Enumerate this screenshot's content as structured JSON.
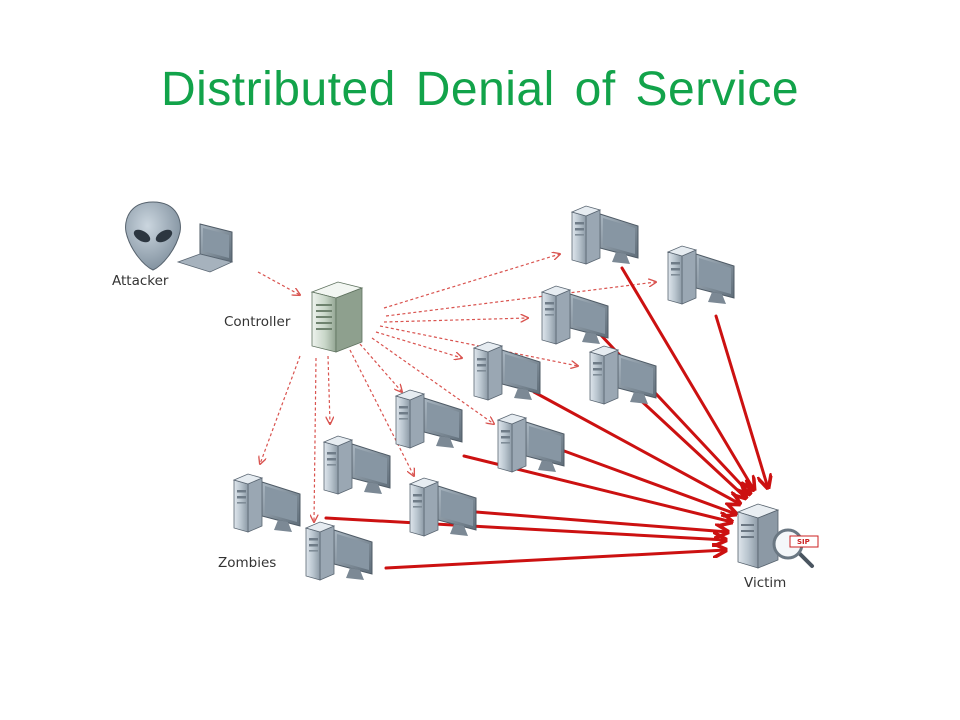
{
  "title": "Distributed Denial of Service",
  "labels": {
    "attacker": "Attacker",
    "controller": "Controller",
    "zombies": "Zombies",
    "victim": "Victim",
    "sip": "SIP"
  },
  "colors": {
    "title": "#12a34a",
    "command_arrow": "#d9534f",
    "attack_arrow": "#cc1111"
  },
  "icons": [
    "alien-icon",
    "laptop-icon",
    "server-tower-icon",
    "desktop-computer-icon",
    "magnifier-icon"
  ]
}
